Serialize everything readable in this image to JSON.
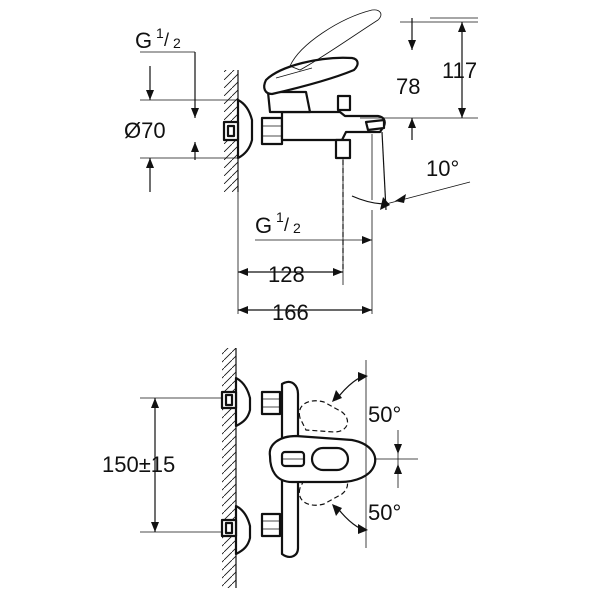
{
  "side_view": {
    "thread_top_label": "G",
    "thread_top_fraction_num": "1",
    "thread_top_fraction_den": "2",
    "diameter_label": "Ø70",
    "height_117": "117",
    "height_78": "78",
    "angle_label": "10°",
    "thread_bottom_label": "G",
    "thread_bottom_fraction_num": "1",
    "thread_bottom_fraction_den": "2",
    "depth_128": "128",
    "depth_166": "166"
  },
  "front_view": {
    "spacing_label": "150±15",
    "swing_top_label": "50°",
    "swing_bottom_label": "50°"
  }
}
